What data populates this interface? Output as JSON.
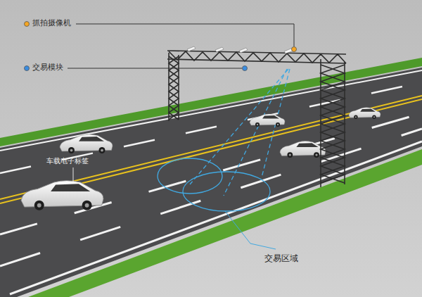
{
  "diagram": {
    "labels": [
      "抓拍摄像机",
      "交易模块",
      "车载电子标签",
      "交易区域"
    ]
  }
}
